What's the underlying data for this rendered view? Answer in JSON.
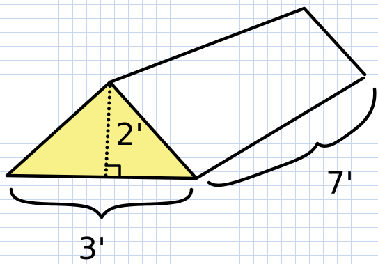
{
  "diagram": {
    "type": "triangular-prism",
    "colors": {
      "grid": "#c9d6f0",
      "face_fill": "#f8f18a",
      "ink": "#000000"
    },
    "labels": {
      "height": "2'",
      "base": "3'",
      "length": "7'"
    },
    "marks": [
      "right-angle-mark",
      "dotted-height-line",
      "base-brace",
      "length-brace"
    ]
  }
}
